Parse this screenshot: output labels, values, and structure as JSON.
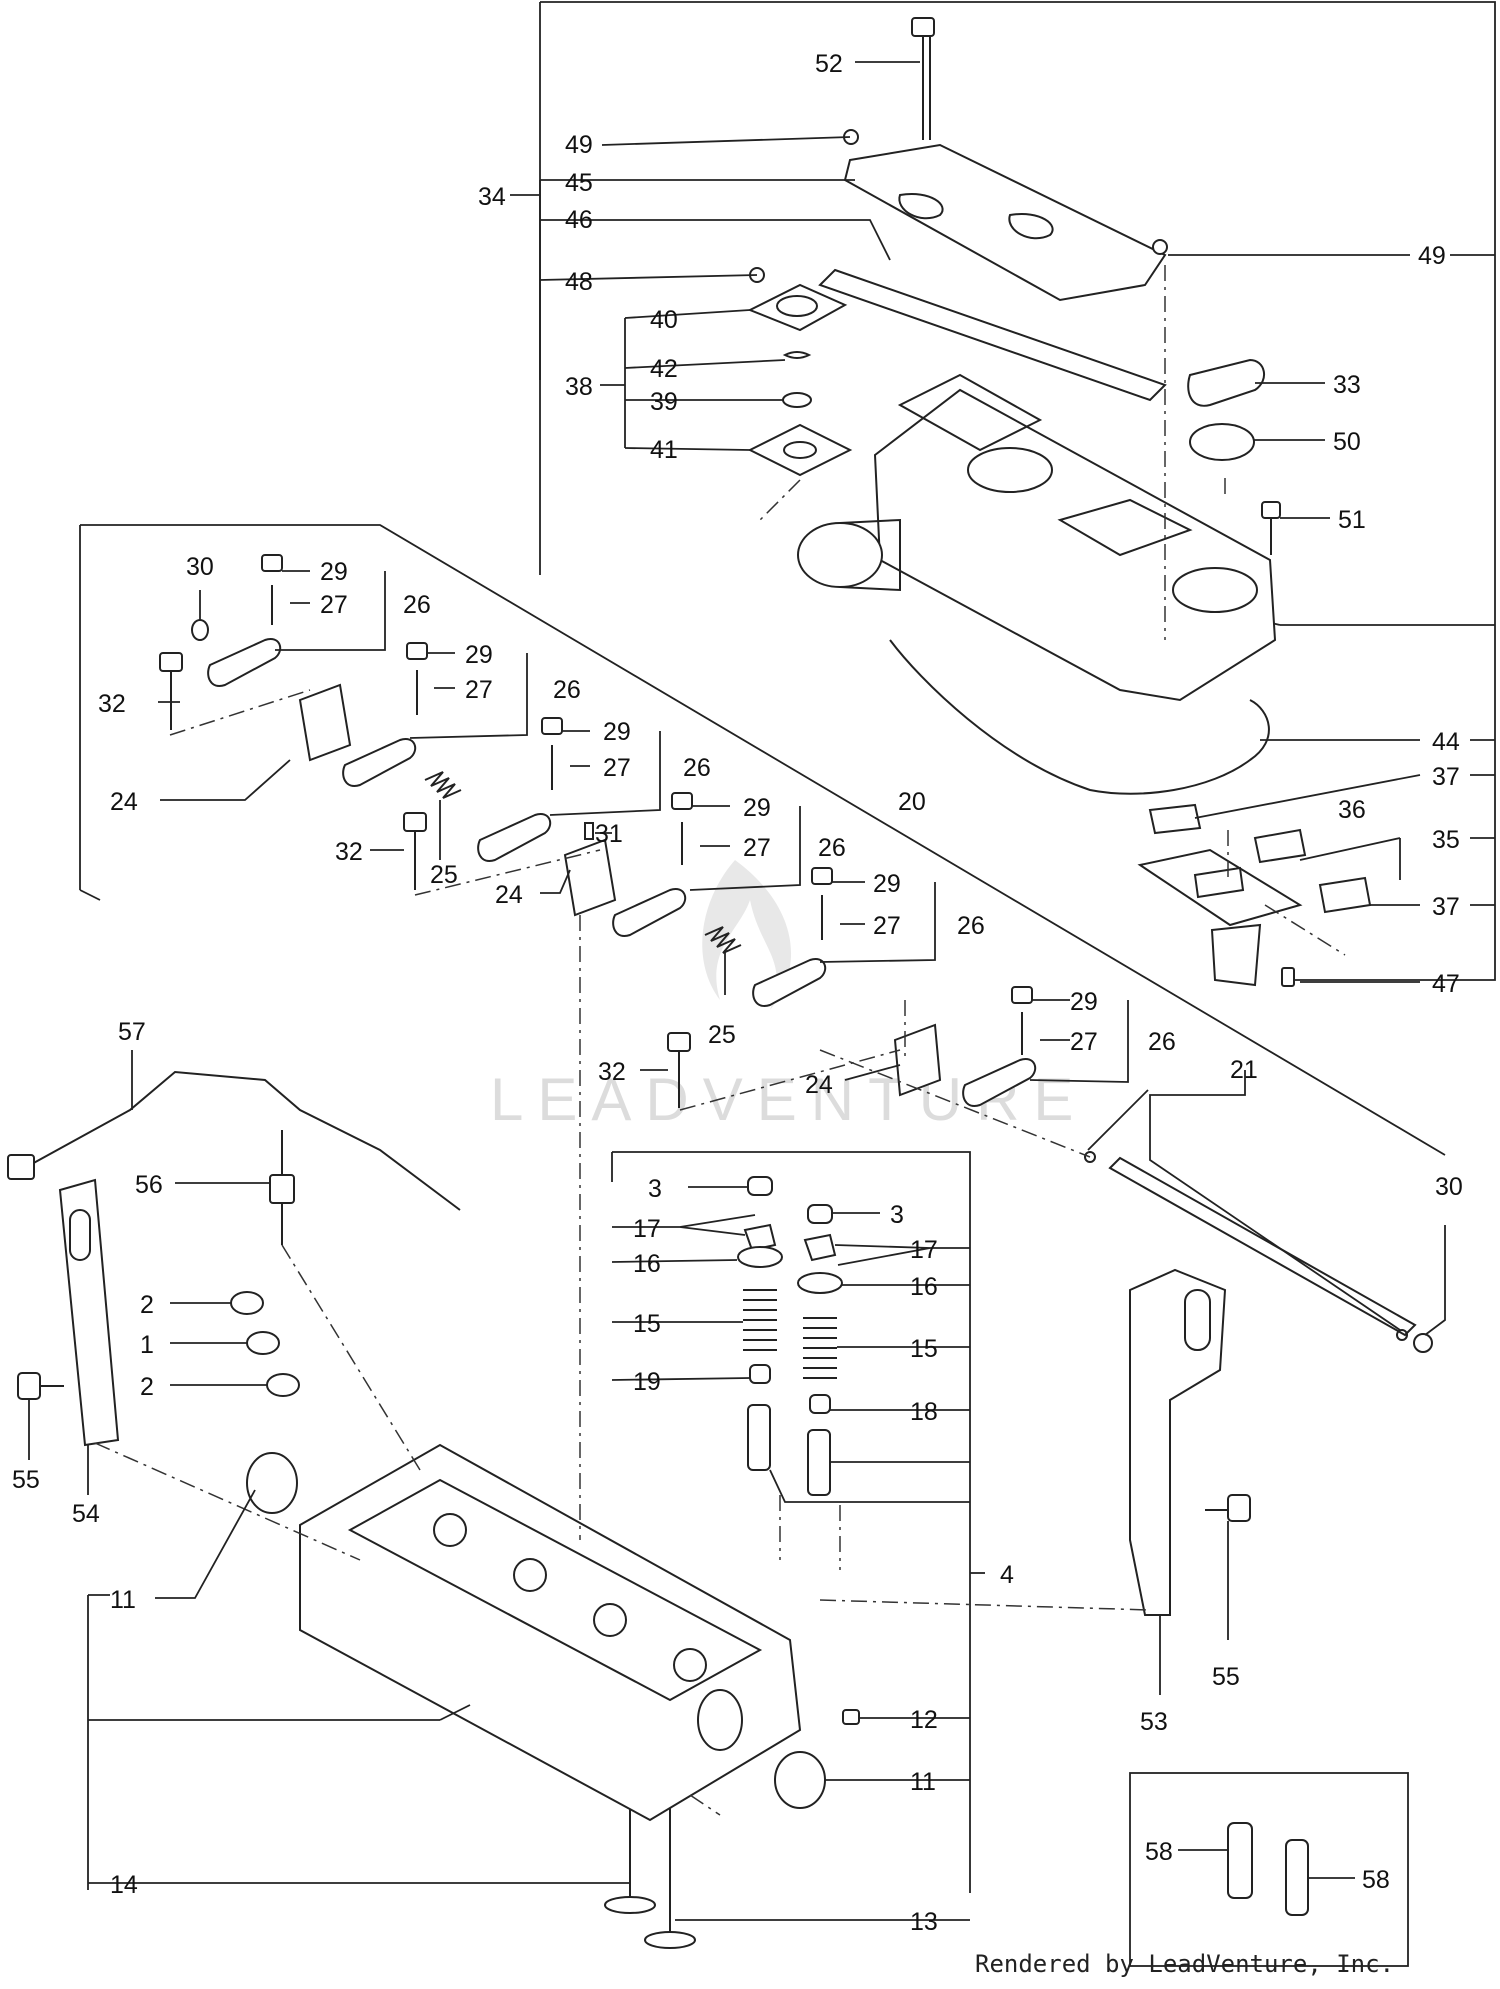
{
  "watermark": "LEADVENTURE",
  "credit": "Rendered by LeadVenture, Inc.",
  "callouts": {
    "c1": "1",
    "c2a": "2",
    "c2b": "2",
    "c3a": "3",
    "c3b": "3",
    "c4": "4",
    "c11a": "11",
    "c11b": "11",
    "c12": "12",
    "c13": "13",
    "c14": "14",
    "c15a": "15",
    "c15b": "15",
    "c16a": "16",
    "c16b": "16",
    "c17a": "17",
    "c17b": "17",
    "c18": "18",
    "c19": "19",
    "c20": "20",
    "c21": "21",
    "c24a": "24",
    "c24b": "24",
    "c24c": "24",
    "c25a": "25",
    "c25b": "25",
    "c26a": "26",
    "c26b": "26",
    "c26c": "26",
    "c26d": "26",
    "c26e": "26",
    "c26f": "26",
    "c27a": "27",
    "c27b": "27",
    "c27c": "27",
    "c27d": "27",
    "c27e": "27",
    "c27f": "27",
    "c29a": "29",
    "c29b": "29",
    "c29c": "29",
    "c29d": "29",
    "c29e": "29",
    "c29f": "29",
    "c30a": "30",
    "c30b": "30",
    "c31": "31",
    "c32a": "32",
    "c32b": "32",
    "c32c": "32",
    "c33": "33",
    "c34": "34",
    "c35": "35",
    "c36": "36",
    "c37a": "37",
    "c37b": "37",
    "c38": "38",
    "c39": "39",
    "c40": "40",
    "c41": "41",
    "c42": "42",
    "c44": "44",
    "c45": "45",
    "c46": "46",
    "c47": "47",
    "c48": "48",
    "c49a": "49",
    "c49b": "49",
    "c50": "50",
    "c51": "51",
    "c52": "52",
    "c53": "53",
    "c54": "54",
    "c55a": "55",
    "c55b": "55",
    "c56": "56",
    "c57": "57",
    "c58a": "58",
    "c58b": "58"
  }
}
